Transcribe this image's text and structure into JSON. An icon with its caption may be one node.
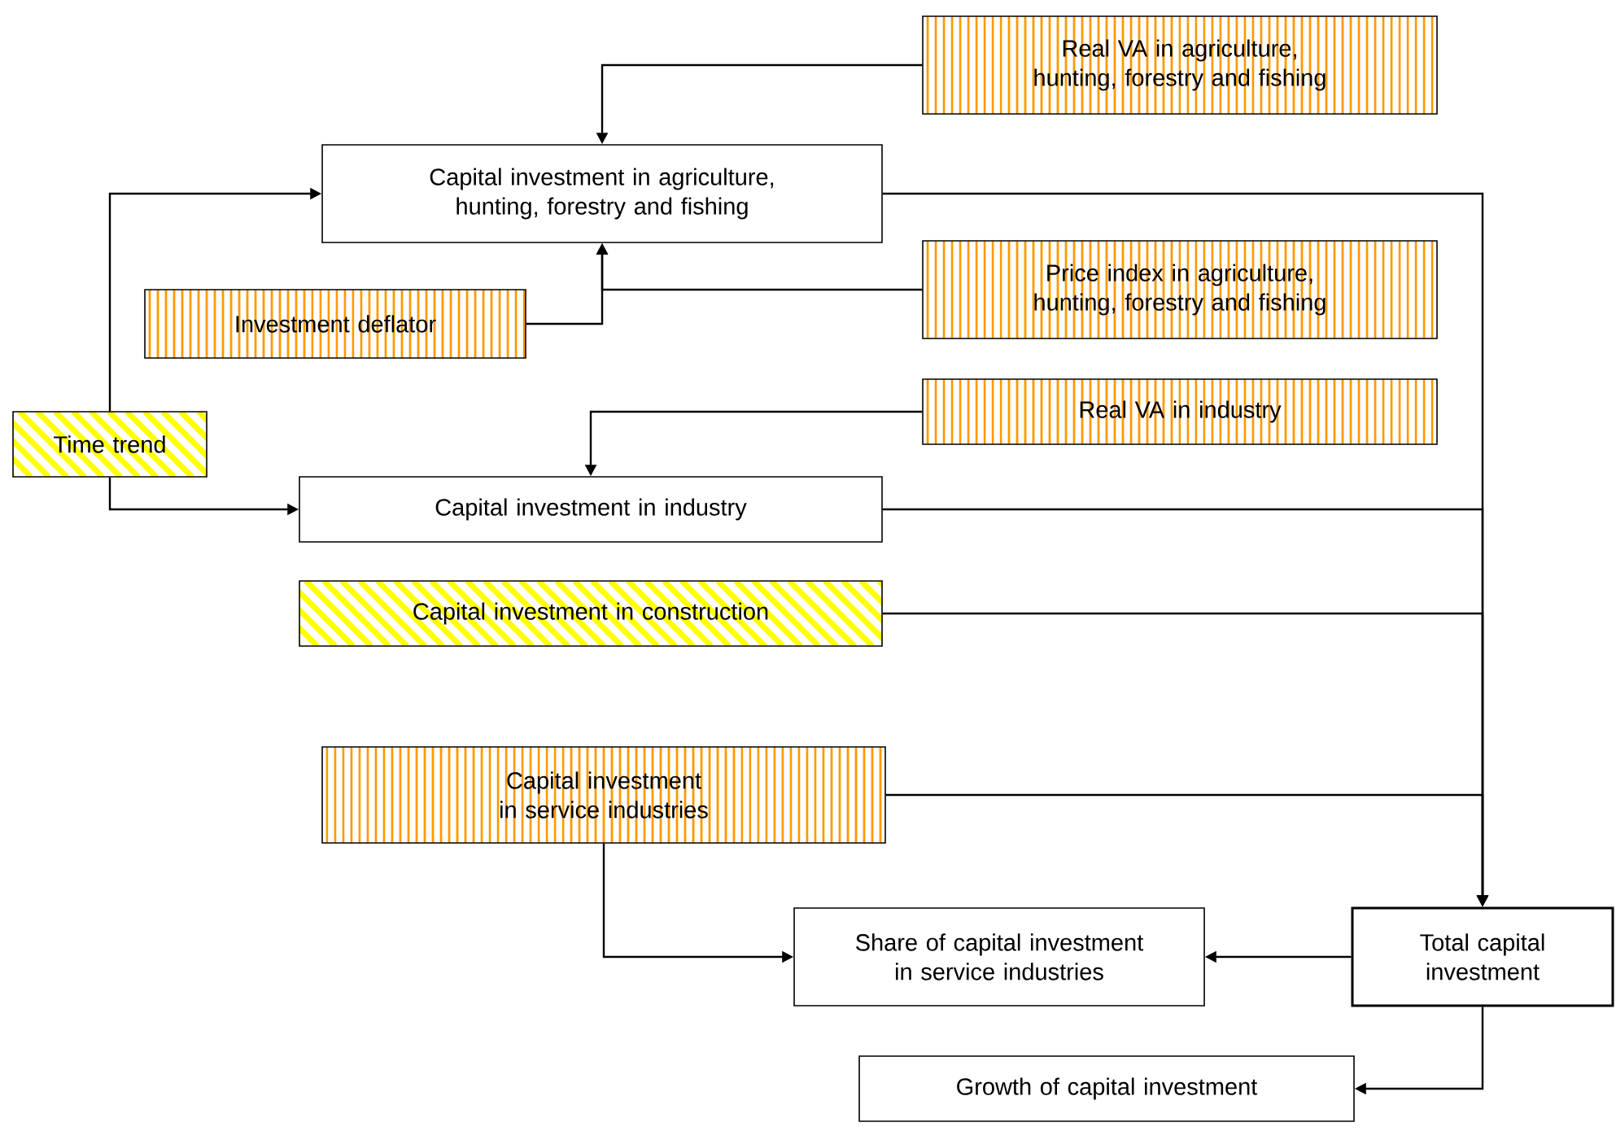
{
  "diagram": {
    "nodes": [
      {
        "text": [
          "Real VA in agriculture, hunting, forestry and fishing"
        ]
      },
      {
        "text": [
          "Capital investment in agriculture, hunting, forestry and fishing"
        ]
      },
      {
        "text": [
          "Investment deflator"
        ]
      },
      {
        "text": [
          "Price index in agriculture, hunting, forestry and fishing"
        ]
      },
      {
        "text": [
          "Time trend"
        ]
      },
      {
        "text": [
          "Real VA in industry"
        ]
      },
      {
        "text": [
          "Capital investment in industry"
        ]
      },
      {
        "text": [
          "Capital investment in construction"
        ]
      },
      {
        "text": [
          "Capital investment in service industries"
        ]
      },
      {
        "text": [
          "Share of capital investment in service industries"
        ]
      },
      {
        "text": [
          "Total capital investment"
        ]
      },
      {
        "text": [
          "Growth of capital investment"
        ]
      }
    ],
    "edges": [
      {
        "from": 0,
        "to": 1,
        "arrow": "to"
      },
      {
        "from": 4,
        "to": 1,
        "arrow": "to"
      },
      {
        "from": 2,
        "to": 1,
        "arrow": "to"
      },
      {
        "from": 3,
        "to": 1,
        "arrow": "to"
      },
      {
        "from": 5,
        "to": 6,
        "arrow": "to"
      },
      {
        "from": 4,
        "to": 6,
        "arrow": "to"
      },
      {
        "from": 1,
        "to": 10,
        "arrow": "to"
      },
      {
        "from": 6,
        "to": 10,
        "arrow": "to"
      },
      {
        "from": 7,
        "to": 10,
        "arrow": "to"
      },
      {
        "from": 8,
        "to": 10,
        "arrow": "to"
      },
      {
        "from": 8,
        "to": 9,
        "arrow": "to"
      },
      {
        "from": 10,
        "to": 9,
        "arrow": "to"
      },
      {
        "from": 10,
        "to": 11,
        "arrow": "to"
      }
    ]
  }
}
